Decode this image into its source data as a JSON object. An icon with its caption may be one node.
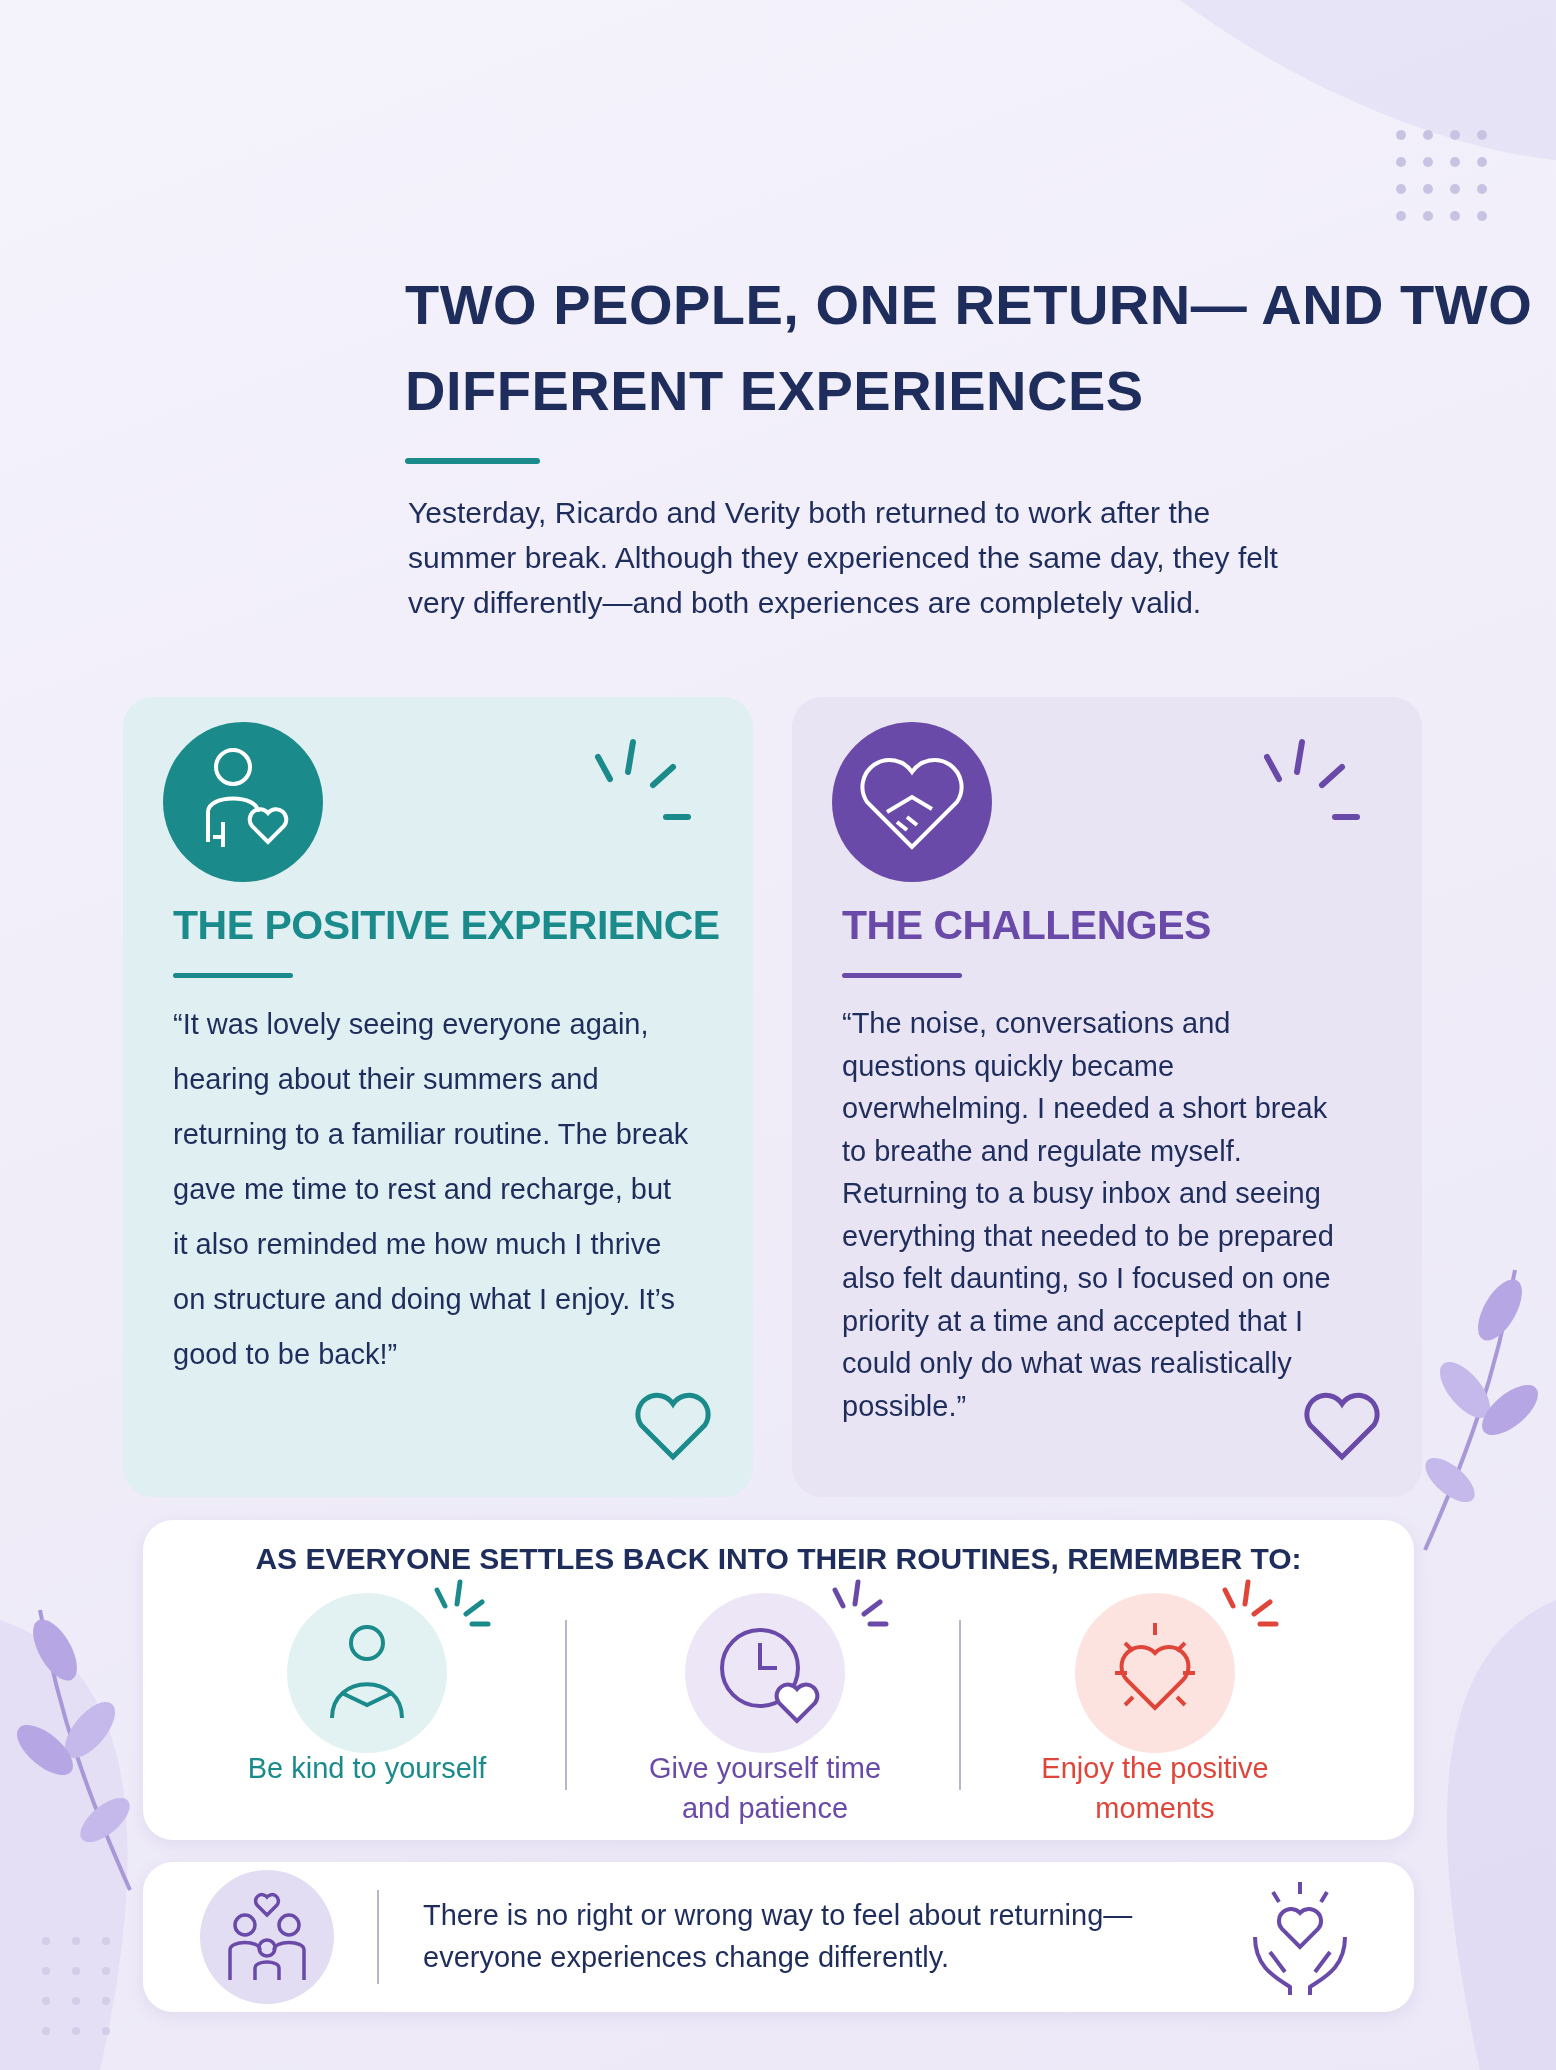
{
  "diagram": {
    "title": "TWO PEOPLE, ONE RETURN— AND TWO DIFFERENT EXPERIENCES",
    "nodes": [
      {
        "text": [
          "THE POSITIVE EXPERIENCE",
          "“It was lovely seeing everyone again, hearing about their summers and returning to a familiar routine. The break gave me time to rest and recharge, but it also reminded me how much I thrive on structure and doing what I enjoy. It’s good to be back!”"
        ]
      },
      {
        "text": [
          "THE CHALLENGES",
          "“The noise, conversations and questions quickly became overwhelming. I needed a short break to breathe and regulate myself. Returning to a busy inbox and seeing everything that needed to be prepared also felt daunting, so I focused on one priority at a time and accepted that I could only do what was realistically possible.”"
        ]
      },
      {
        "text": [
          "AS EVERYONE SETTLES BACK INTO THEIR ROUTINES, REMEMBER TO:"
        ]
      },
      {
        "text": [
          "Be kind to yourself"
        ],
        "in": 2
      },
      {
        "text": [
          "Give yourself time and patience"
        ],
        "in": 2
      },
      {
        "text": [
          "Enjoy the positive moments"
        ],
        "in": 2
      },
      {
        "text": [
          "There is no right or wrong way to feel about returning—everyone experiences change differently."
        ]
      }
    ],
    "labels": [
      "Yesterday, Ricardo and Verity both returned to work after the summer break. Although they experienced the same day, they felt very differently—and both experiences are completely valid."
    ]
  }
}
